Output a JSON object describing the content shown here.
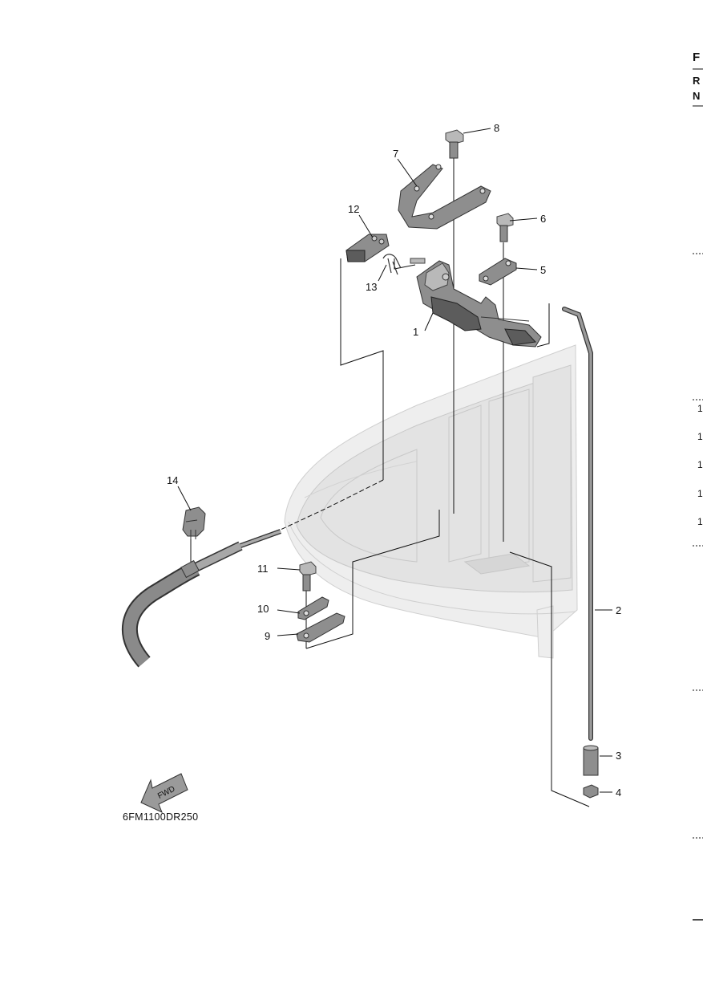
{
  "diagram": {
    "drawing_code": "6FM1100DR250",
    "fwd_label": "FWD",
    "callouts": [
      "1",
      "2",
      "3",
      "4",
      "5",
      "6",
      "7",
      "8",
      "9",
      "10",
      "11",
      "12",
      "13",
      "14"
    ]
  },
  "right_edge": {
    "header_letters": [
      "F",
      "R",
      "N"
    ],
    "row_marks": [
      "1",
      "1",
      "1",
      "1",
      "1"
    ]
  }
}
